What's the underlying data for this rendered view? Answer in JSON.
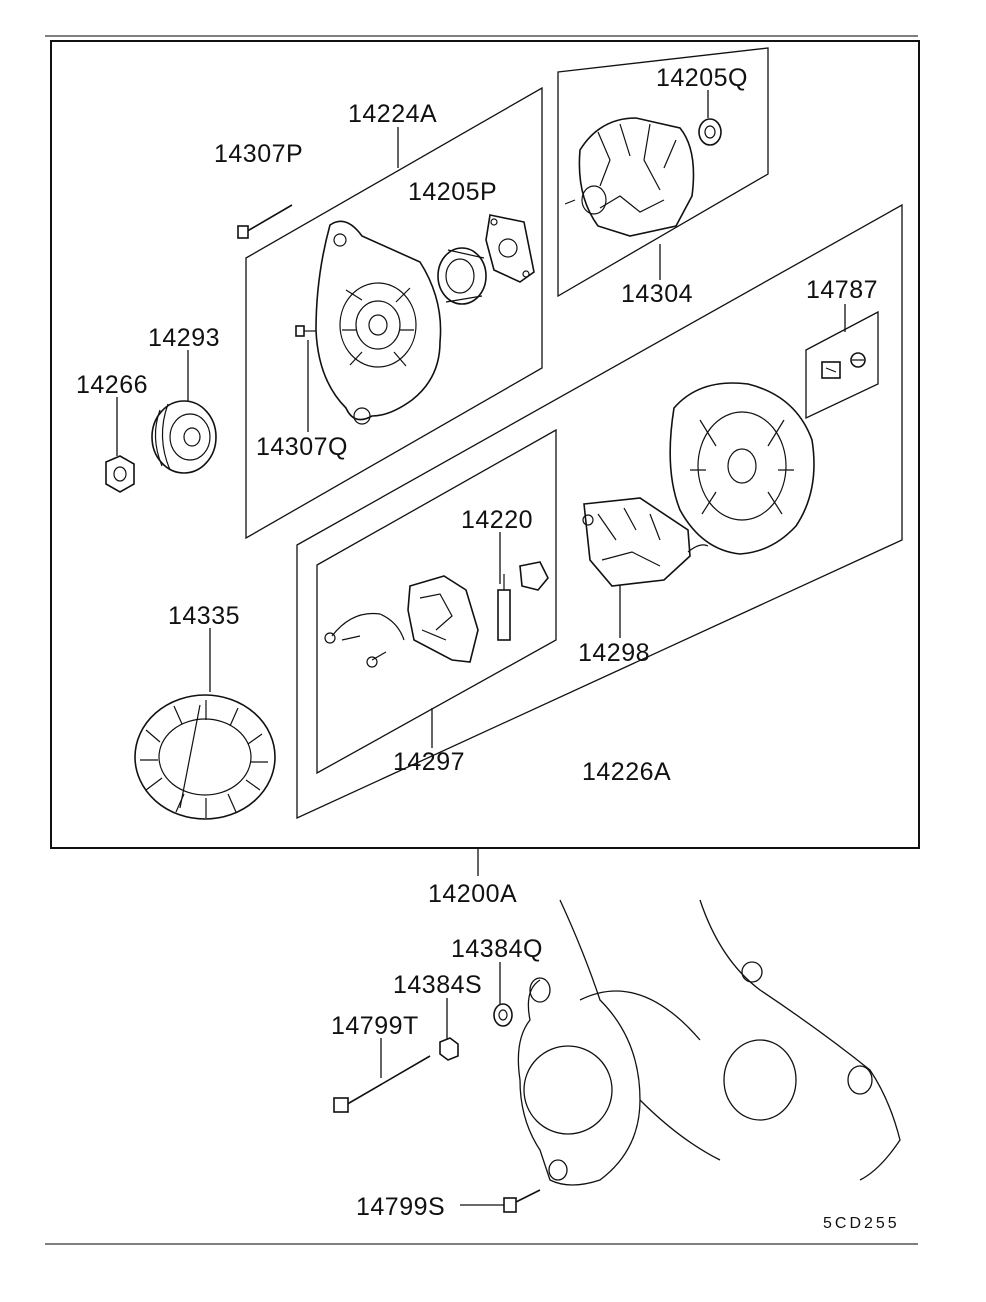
{
  "diagram": {
    "assembly_label": "14200A",
    "drawing_code": "5CD255",
    "parts": [
      {
        "id": "p1",
        "label": "14224A"
      },
      {
        "id": "p2",
        "label": "14307P"
      },
      {
        "id": "p3",
        "label": "14205P"
      },
      {
        "id": "p4",
        "label": "14205Q"
      },
      {
        "id": "p5",
        "label": "14304"
      },
      {
        "id": "p6",
        "label": "14787"
      },
      {
        "id": "p7",
        "label": "14293"
      },
      {
        "id": "p8",
        "label": "14266"
      },
      {
        "id": "p9",
        "label": "14307Q"
      },
      {
        "id": "p10",
        "label": "14220"
      },
      {
        "id": "p11",
        "label": "14335"
      },
      {
        "id": "p12",
        "label": "14298"
      },
      {
        "id": "p13",
        "label": "14297"
      },
      {
        "id": "p14",
        "label": "14226A"
      },
      {
        "id": "p15",
        "label": "14384Q"
      },
      {
        "id": "p16",
        "label": "14384S"
      },
      {
        "id": "p17",
        "label": "14799T"
      },
      {
        "id": "p18",
        "label": "14799S"
      }
    ]
  }
}
